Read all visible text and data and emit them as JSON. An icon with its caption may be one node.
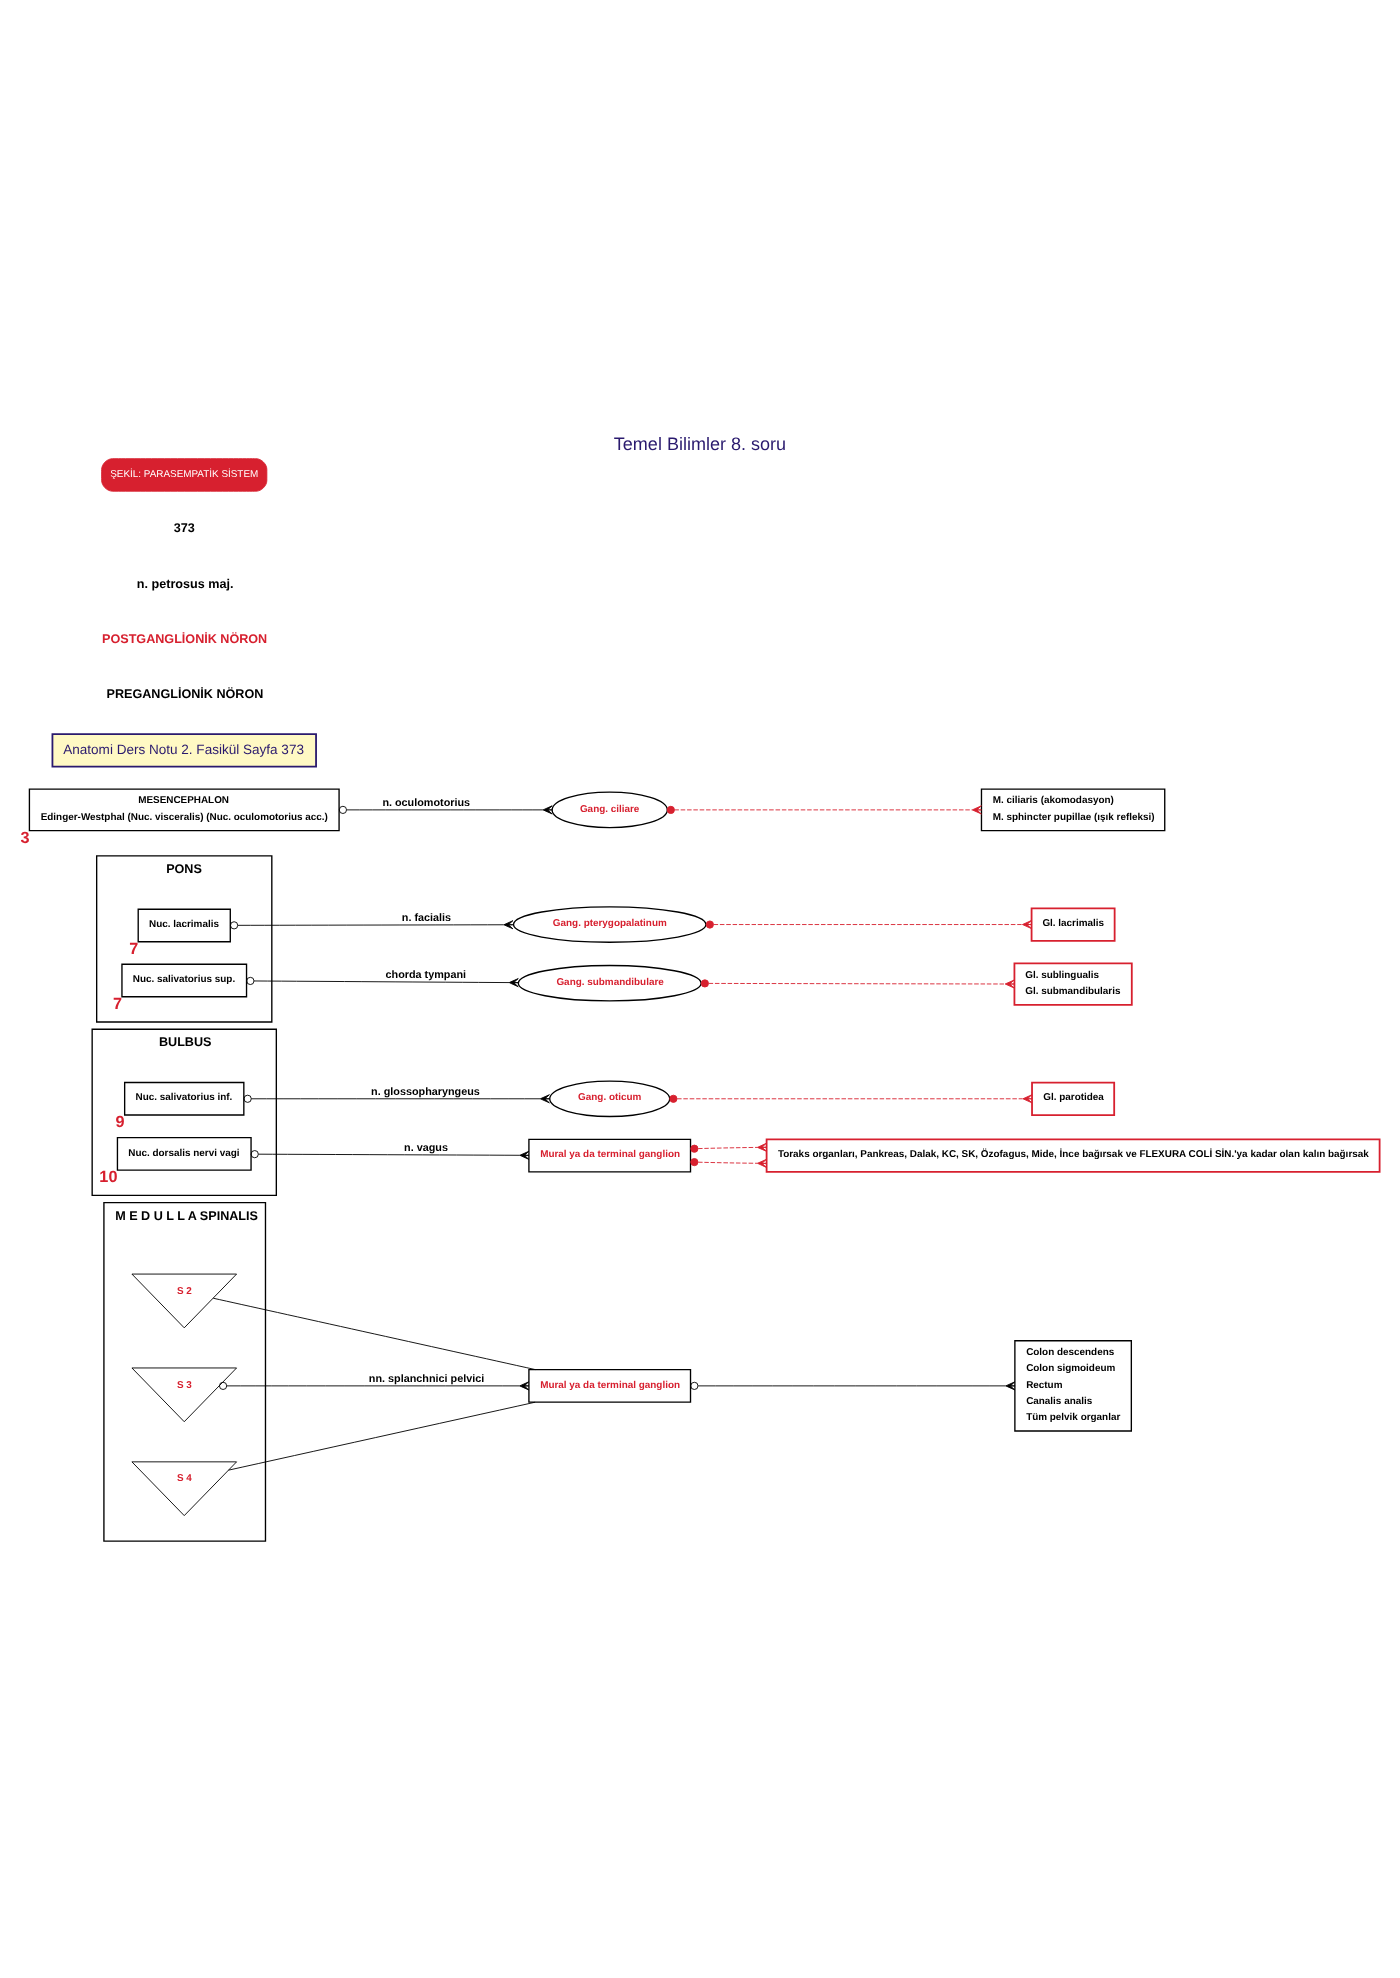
{
  "diagram": {
    "title": "Temel Bilimler 8. soru",
    "caption": "ŞEKİL: PARASEMPATİK SİSTEM",
    "nodes": [
      {
        "text": [
          "Anatomi Ders Notu 2. Fasikül Sayfa 373"
        ]
      },
      {
        "text": [
          "MESENCEPHALON",
          "Edinger-Westphal (Nuc. visceralis) (Nuc. oculomotorius acc.)"
        ],
        "beside": [
          "3"
        ]
      },
      {
        "text": [
          "Gang. ciliare"
        ]
      },
      {
        "text": [
          "M. ciliaris (akomodasyon)",
          "M. sphincter pupillae (ışık refleksi)"
        ]
      },
      {
        "text": [
          "PONS"
        ]
      },
      {
        "text": [
          "Nuc. lacrimalis"
        ],
        "in": 4,
        "beside": [
          "7"
        ]
      },
      {
        "text": [
          "Nuc. salivatorius sup."
        ],
        "in": 4,
        "beside": [
          "7"
        ]
      },
      {
        "text": [
          "Gang. pterygopalatinum"
        ]
      },
      {
        "text": [
          "Gl. lacrimalis"
        ]
      },
      {
        "text": [
          "Gang. submandibulare"
        ]
      },
      {
        "text": [
          "Gl. sublingualis",
          "Gl. submandibularis"
        ]
      },
      {
        "text": [
          "BULBUS"
        ]
      },
      {
        "text": [
          "Nuc. salivatorius inf."
        ],
        "in": 11,
        "beside": [
          "9"
        ]
      },
      {
        "text": [
          "Nuc. dorsalis nervi vagi"
        ],
        "in": 11,
        "beside": [
          "10"
        ]
      },
      {
        "text": [
          "Gang. oticum"
        ]
      },
      {
        "text": [
          "Gl. parotidea"
        ]
      },
      {
        "text": [
          "Mural ya da terminal ganglion"
        ]
      },
      {
        "text": [
          "Toraks organları, Pankreas, Dalak, KC, SK, Özofagus, Mide, İnce bağırsak ve FLEXURA COLİ SİN.'ya kadar olan kalın bağırsak"
        ]
      },
      {
        "text": [
          "M E D U L L A SPINALIS"
        ]
      },
      {
        "text": [
          "S 2"
        ],
        "in": 18
      },
      {
        "text": [
          "S 3"
        ],
        "in": 18
      },
      {
        "text": [
          "S 4"
        ],
        "in": 18
      },
      {
        "text": [
          "Mural ya da terminal ganglion"
        ]
      },
      {
        "text": [
          "Colon descendens",
          "Colon sigmoideum",
          "Rectum",
          "Canalis analis",
          "Tüm pelvik organlar"
        ]
      }
    ],
    "edges": [
      {
        "from": 1,
        "to": 2,
        "arrow": "other",
        "label": "n. oculomotorius"
      },
      {
        "from": 2,
        "to": 3,
        "arrow": "other",
        "style": "dashed",
        "color": "#d7202f"
      },
      {
        "from": 5,
        "to": 7,
        "arrow": "other",
        "label": "n. facialis"
      },
      {
        "from": 7,
        "to": 8,
        "arrow": "other",
        "style": "dashed",
        "color": "#d7202f"
      },
      {
        "from": 6,
        "to": 9,
        "arrow": "other",
        "label": "chorda tympani"
      },
      {
        "from": 9,
        "to": 10,
        "arrow": "other",
        "style": "dashed",
        "color": "#d7202f"
      },
      {
        "from": 12,
        "to": 14,
        "arrow": "other",
        "label": "n. glossopharyngeus"
      },
      {
        "from": 14,
        "to": 15,
        "arrow": "other",
        "style": "dashed",
        "color": "#d7202f"
      },
      {
        "from": 13,
        "to": 16,
        "arrow": "other",
        "label": "n. vagus"
      },
      {
        "from": 16,
        "to": 17,
        "arrow": "other",
        "style": "dashed",
        "color": "#d7202f"
      },
      {
        "from": 16,
        "to": 17,
        "arrow": "other",
        "style": "dashed",
        "color": "#d7202f"
      },
      {
        "from": 19,
        "to": 22,
        "arrow": "none"
      },
      {
        "from": 20,
        "to": 22,
        "arrow": "other",
        "label": "nn. splanchnici pelvici"
      },
      {
        "from": 21,
        "to": 22,
        "arrow": "none"
      },
      {
        "from": 22,
        "to": 23,
        "arrow": "other"
      }
    ],
    "labels": [
      "PREGANGLİONİK NÖRON",
      "POSTGANGLİONİK NÖRON",
      "n. petrosus maj.",
      "373"
    ]
  }
}
